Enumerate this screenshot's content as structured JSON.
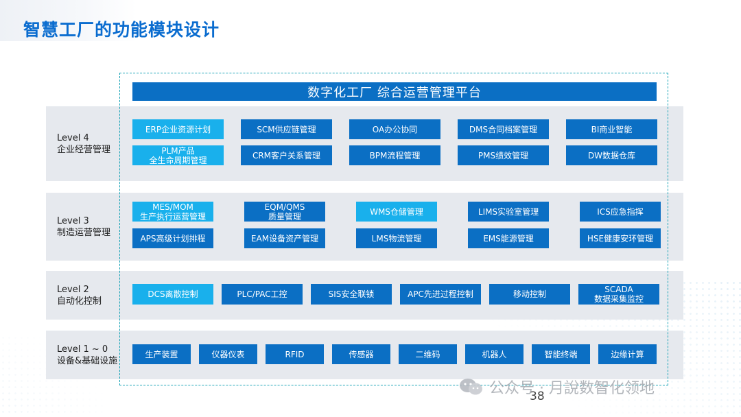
{
  "title": "智慧工厂的功能模块设计",
  "platform": "数字化工厂 综合运营管理平台",
  "levels": [
    {
      "label": [
        "Level 4",
        "企业经营管理"
      ],
      "rows": [
        [
          {
            "lines": [
              "ERP企业资源计划"
            ],
            "light": true
          },
          {
            "lines": [
              "SCM供应链管理"
            ],
            "light": false
          },
          {
            "lines": [
              "OA办公协同"
            ],
            "light": false
          },
          {
            "lines": [
              "DMS合同档案管理"
            ],
            "light": false
          },
          {
            "lines": [
              "BI商业智能"
            ],
            "light": false
          }
        ],
        [
          {
            "lines": [
              "PLM产品",
              "全生命周期管理"
            ],
            "light": true
          },
          {
            "lines": [
              "CRM客户关系管理"
            ],
            "light": false
          },
          {
            "lines": [
              "BPM流程管理"
            ],
            "light": false
          },
          {
            "lines": [
              "PMS绩效管理"
            ],
            "light": false
          },
          {
            "lines": [
              "DW数据仓库"
            ],
            "light": false
          }
        ]
      ]
    },
    {
      "label": [
        "Level 3",
        "制造运营管理"
      ],
      "rows": [
        [
          {
            "lines": [
              "MES/MOM",
              "生产执行运营管理"
            ],
            "light": true
          },
          {
            "lines": [
              "EQM/QMS",
              "质量管理"
            ],
            "light": false
          },
          {
            "lines": [
              "WMS仓储管理"
            ],
            "light": true
          },
          {
            "lines": [
              "LIMS实验室管理"
            ],
            "light": false
          },
          {
            "lines": [
              "ICS应急指挥"
            ],
            "light": false
          }
        ],
        [
          {
            "lines": [
              "APS高级计划排程"
            ],
            "light": false
          },
          {
            "lines": [
              "EAM设备资产管理"
            ],
            "light": false
          },
          {
            "lines": [
              "LMS物流管理"
            ],
            "light": false
          },
          {
            "lines": [
              "EMS能源管理"
            ],
            "light": false
          },
          {
            "lines": [
              "HSE健康安环管理"
            ],
            "light": false
          }
        ]
      ]
    },
    {
      "label": [
        "Level 2",
        "自动化控制"
      ],
      "rows": [
        [
          {
            "lines": [
              "DCS离散控制"
            ],
            "light": true
          },
          {
            "lines": [
              "PLC/PAC工控"
            ],
            "light": false
          },
          {
            "lines": [
              "SIS安全联锁"
            ],
            "light": false
          },
          {
            "lines": [
              "APC先进过程控制"
            ],
            "light": false
          },
          {
            "lines": [
              "移动控制"
            ],
            "light": false
          },
          {
            "lines": [
              "SCADA",
              "数据采集监控"
            ],
            "light": false
          }
        ]
      ]
    },
    {
      "label": [
        "Level 1 ~ 0",
        "设备&基础设施"
      ],
      "rows": [
        [
          {
            "lines": [
              "生产装置"
            ],
            "light": false
          },
          {
            "lines": [
              "仪器仪表"
            ],
            "light": false
          },
          {
            "lines": [
              "RFID"
            ],
            "light": false
          },
          {
            "lines": [
              "传感器"
            ],
            "light": false
          },
          {
            "lines": [
              "二维码"
            ],
            "light": false
          },
          {
            "lines": [
              "机器人"
            ],
            "light": false
          },
          {
            "lines": [
              "智能终端"
            ],
            "light": false
          },
          {
            "lines": [
              "边缘计算"
            ],
            "light": false
          }
        ]
      ]
    }
  ],
  "watermark": "公众号 · 月說数智化领地",
  "page_number": "38",
  "colors": {
    "title": "#0a6ccf",
    "box": "#0b6fc4",
    "box_highlight": "#19b0ec",
    "band": "#e6e9ee",
    "frame": "#19a3b6"
  }
}
